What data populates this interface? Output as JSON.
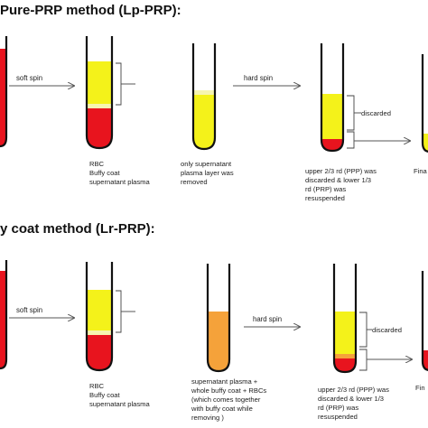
{
  "colors": {
    "red": "#e8141e",
    "yellow": "#f4f21a",
    "pale_yellow": "#f6f5b0",
    "orange": "#f5a23a",
    "tube_outline": "#111111",
    "arrow": "#555555"
  },
  "top": {
    "title": "Pure-PRP method (Lp-PRP):",
    "step1": "soft spin",
    "step2": "hard spin",
    "tube2_labels": [
      "RBC",
      "Buffy coat",
      "supernatant plasma"
    ],
    "tube3_labels": [
      "only supernatant",
      "plasma layer was",
      "removed"
    ],
    "discarded": "discarded",
    "tube4_labels": [
      "upper 2/3 rd (PPP) was",
      "discarded & lower 1/3",
      "rd (PRP) was",
      "resuspended"
    ],
    "final": "Fina"
  },
  "bottom": {
    "title": "y coat method (Lr-PRP):",
    "step1": "soft spin",
    "step2": "hard spin",
    "tube2_labels": [
      "RBC",
      "Buffy coat",
      "supernatant plasma"
    ],
    "tube3_labels": [
      "supernatant plasma +",
      "whole buffy coat + RBCs",
      "(which comes together",
      "with buffy coat while",
      "removing )"
    ],
    "discarded": "discarded",
    "tube4_labels": [
      "upper 2/3 rd (PPP) was",
      "discarded & lower 1/3",
      "rd (PRP) was",
      "resuspended"
    ],
    "final": "Fin"
  }
}
